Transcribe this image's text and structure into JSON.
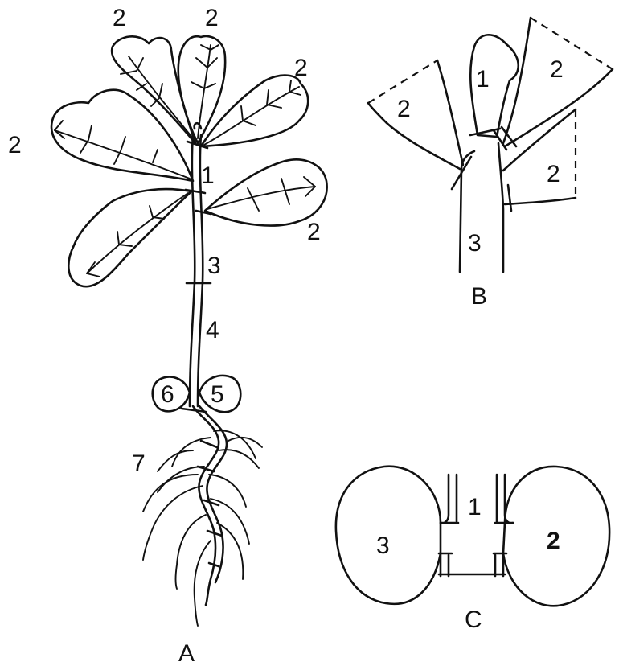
{
  "panels": {
    "A": {
      "caption": "A",
      "labels": {
        "leaf_top_left": "2",
        "leaf_top_center": "2",
        "leaf_upper_right": "2",
        "leaf_left": "2",
        "leaf_lower_right": "2",
        "node_1": "1",
        "internode_3": "3",
        "internode_4": "4",
        "cotyledon_6": "6",
        "cotyledon_5": "5",
        "root_7": "7"
      }
    },
    "B": {
      "caption": "B",
      "labels": {
        "leaf_left": "2",
        "center_1": "1",
        "leaf_right_top": "2",
        "leaf_right_lower": "2",
        "stem_3": "3"
      }
    },
    "C": {
      "caption": "C",
      "labels": {
        "left_3": "3",
        "center_1": "1",
        "right_2": "2"
      }
    }
  }
}
